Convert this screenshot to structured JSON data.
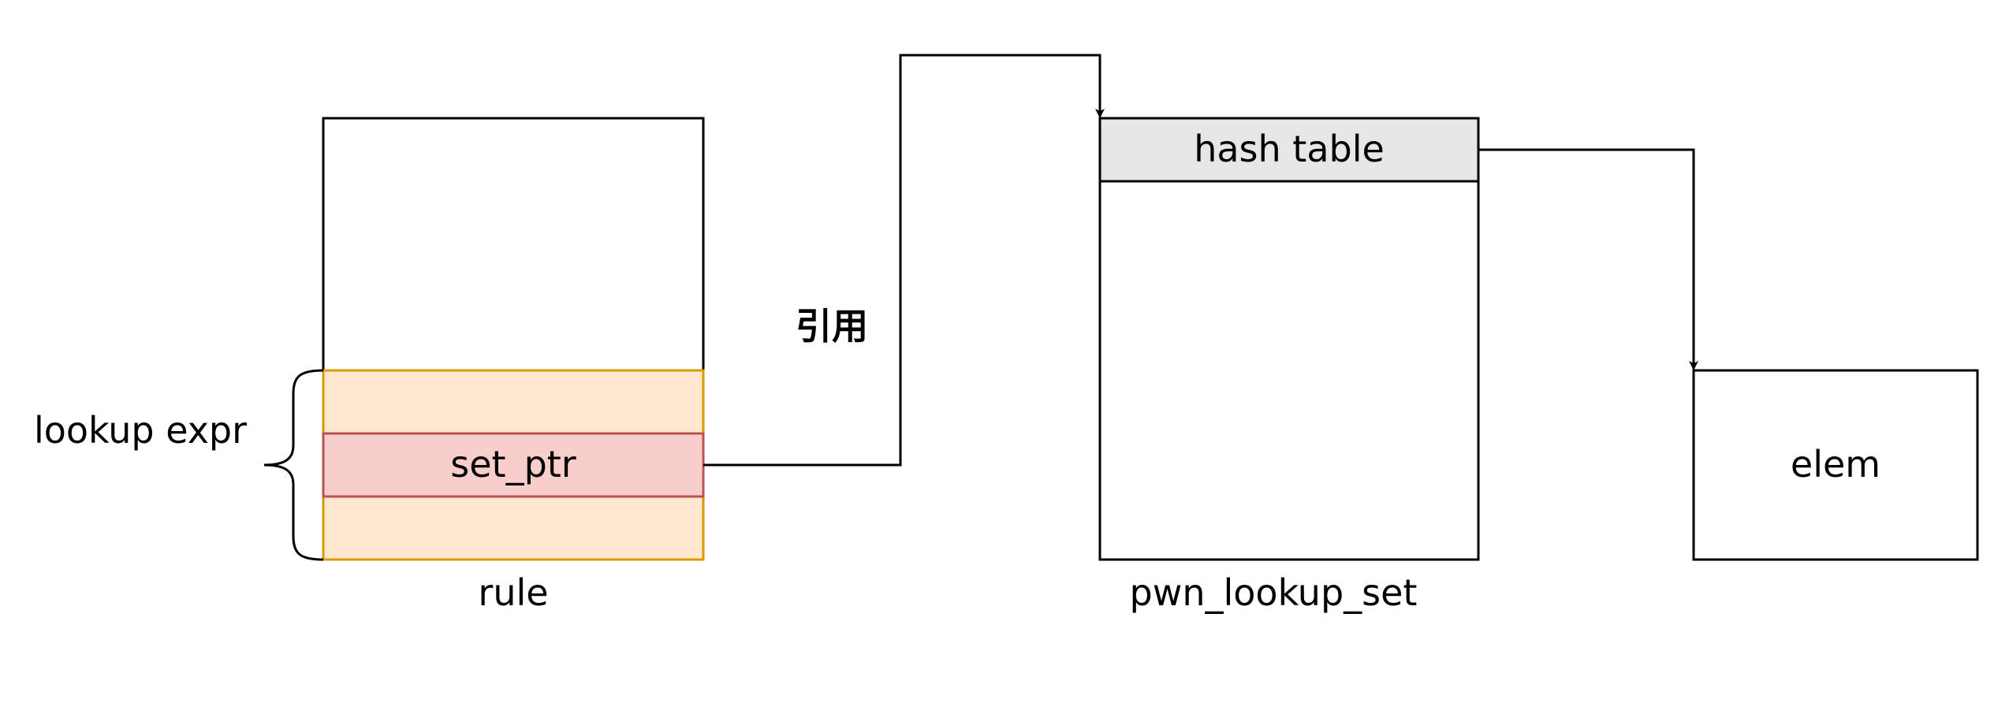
{
  "diagram": {
    "nodes": {
      "rule": {
        "caption": "rule"
      },
      "lookup_expr": {
        "label": "lookup expr"
      },
      "set_ptr": {
        "label": "set_ptr"
      },
      "pwn_lookup_set": {
        "caption": "pwn_lookup_set"
      },
      "hash_table": {
        "label": "hash table"
      },
      "elem": {
        "label": "elem"
      }
    },
    "edges": [
      {
        "from": "set_ptr",
        "to": "pwn_lookup_set",
        "label": "引用"
      },
      {
        "from": "hash_table",
        "to": "elem",
        "label": ""
      }
    ],
    "colors": {
      "lookup_expr_fill": "#ffe6cc",
      "lookup_expr_stroke": "#d79b00",
      "set_ptr_fill": "#f8cecc",
      "set_ptr_stroke": "#b85450",
      "hash_table_fill": "#e6e6e6",
      "line": "#000000"
    }
  }
}
